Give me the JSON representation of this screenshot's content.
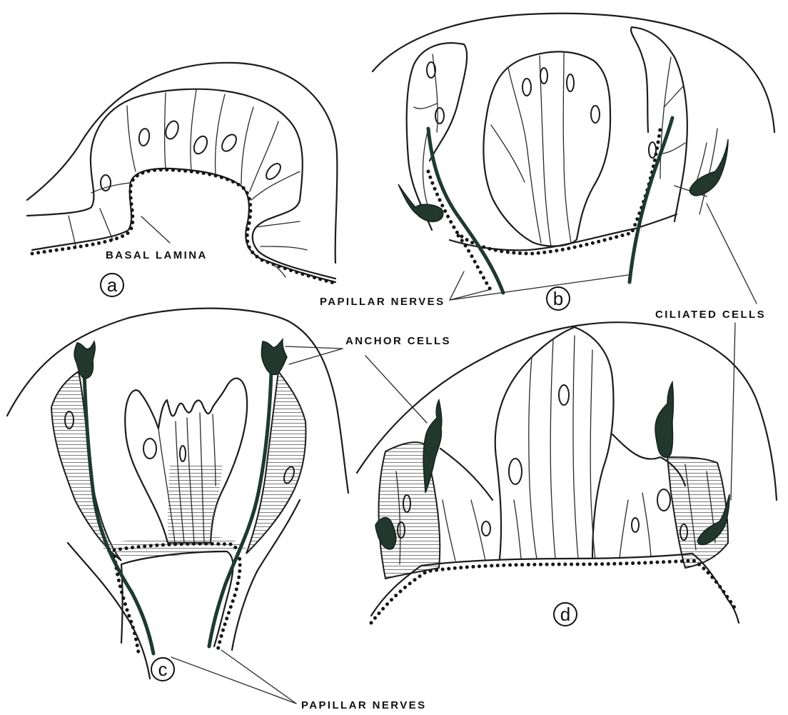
{
  "labels": {
    "basal_lamina": "BASAL LAMINA",
    "papillar_nerves_top": "PAPILLAR NERVES",
    "ciliated_cells": "CILIATED CELLS",
    "anchor_cells": "ANCHOR CELLS",
    "papillar_nerves_bottom": "PAPILLAR NERVES"
  },
  "panels": {
    "a": "a",
    "b": "b",
    "c": "c",
    "d": "d"
  },
  "colors": {
    "line": "#1c1c1c",
    "nerve_fill": "#22372e",
    "hatch": "#6b6b6b"
  }
}
